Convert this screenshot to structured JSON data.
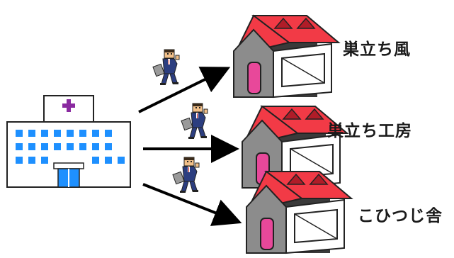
{
  "facility": {
    "name": "hospital",
    "icon": "hospital-building-icon",
    "cross_color": "#8a2aa0",
    "window_color": "#1e90ff"
  },
  "destinations": [
    {
      "label": "巣立ち風",
      "icon": "house-icon"
    },
    {
      "label": "巣立ち工房",
      "icon": "house-icon"
    },
    {
      "label": "こひつじ舎",
      "icon": "house-icon"
    }
  ],
  "commuter_icon": "walking-businessman-icon",
  "colors": {
    "roof": "#f23a46",
    "roof_dark": "#b01c28",
    "wall": "#8c8c8c",
    "door": "#e8489a",
    "arrow": "#000000"
  }
}
